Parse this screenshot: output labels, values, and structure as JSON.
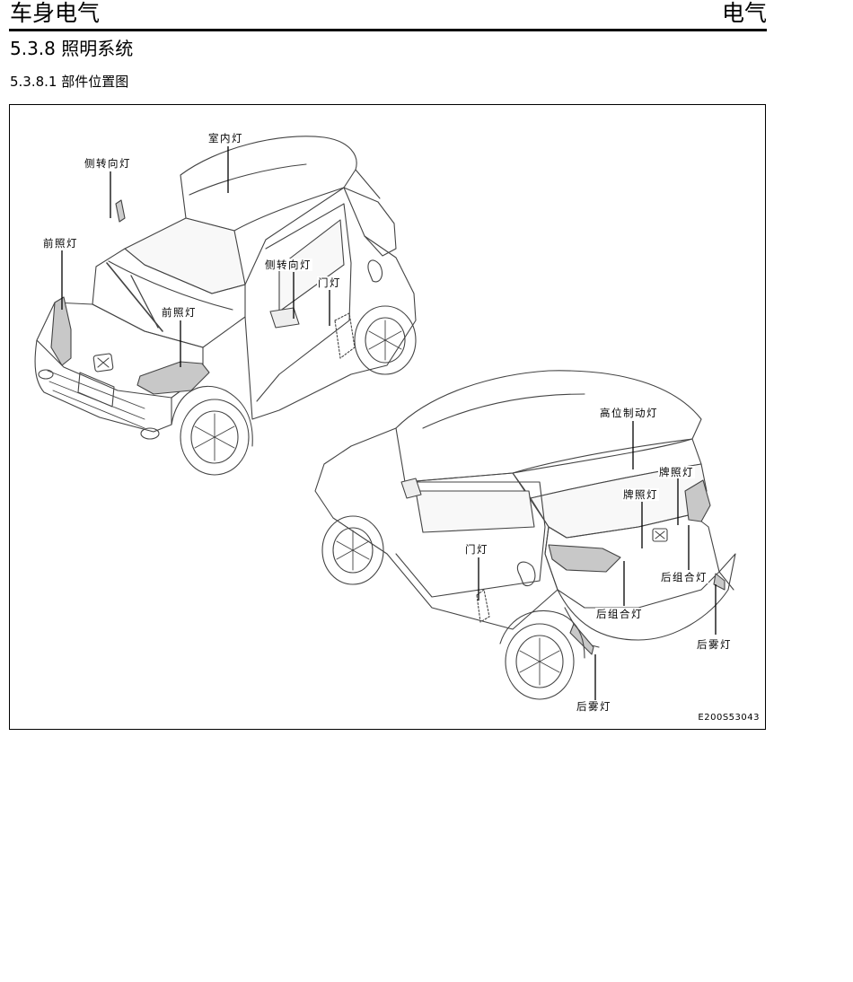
{
  "header": {
    "chapter": "车身电气",
    "category": "电气"
  },
  "section": {
    "number_title": "5.3.8 照明系统",
    "subsection": "5.3.8.1 部件位置图"
  },
  "figure": {
    "code": "E200S53043",
    "labels": {
      "interior_lamp": "室内灯",
      "side_turn_left": "侧转向灯",
      "headlamp_left": "前照灯",
      "side_turn_door": "侧转向灯",
      "door_lamp_front": "门灯",
      "headlamp_right": "前照灯",
      "high_brake": "高位制动灯",
      "plate_lamp_right": "牌照灯",
      "plate_lamp_center": "牌照灯",
      "door_lamp_rear": "门灯",
      "rear_combo_right": "后组合灯",
      "rear_combo_center": "后组合灯",
      "rear_fog_right": "后雾灯",
      "rear_fog_left": "后雾灯"
    }
  }
}
